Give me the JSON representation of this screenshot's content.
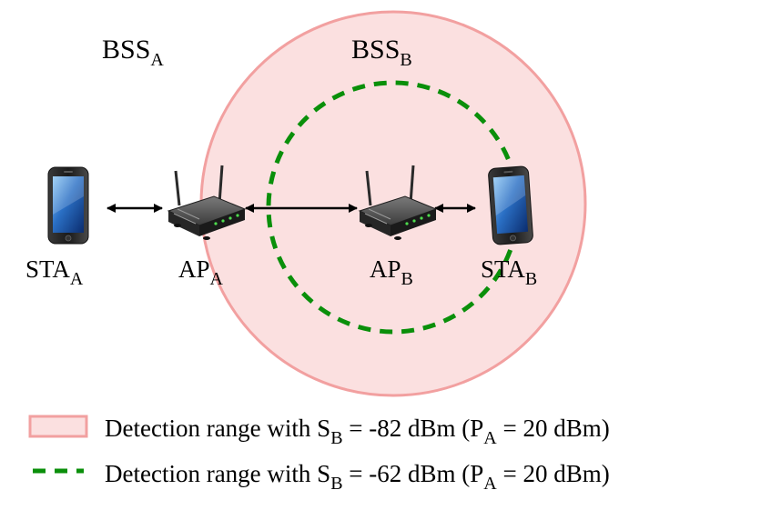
{
  "labels": {
    "bss_a": {
      "main": "BSS",
      "sub": "A"
    },
    "bss_b": {
      "main": "BSS",
      "sub": "B"
    },
    "sta_a": {
      "main": "STA",
      "sub": "A"
    },
    "ap_a": {
      "main": "AP",
      "sub": "A"
    },
    "ap_b": {
      "main": "AP",
      "sub": "B"
    },
    "sta_b": {
      "main": "STA",
      "sub": "B"
    }
  },
  "legend": {
    "item1": {
      "prefix": "Detection range with S",
      "sub1": "B",
      "middle": " = -82 dBm (P",
      "sub2": "A",
      "suffix": " = 20 dBm)"
    },
    "item2": {
      "prefix": "Detection range with S",
      "sub1": "B",
      "middle": " = -62 dBm (P",
      "sub2": "A",
      "suffix": " = 20 dBm)"
    }
  },
  "colors": {
    "range_fill": "#fbe0e0",
    "range_stroke": "#f2a0a0",
    "dashed_range": "#0a8f0a",
    "arrow": "#000000"
  },
  "icons": {
    "phone": "smartphone-icon",
    "router": "wireless-router-icon"
  }
}
